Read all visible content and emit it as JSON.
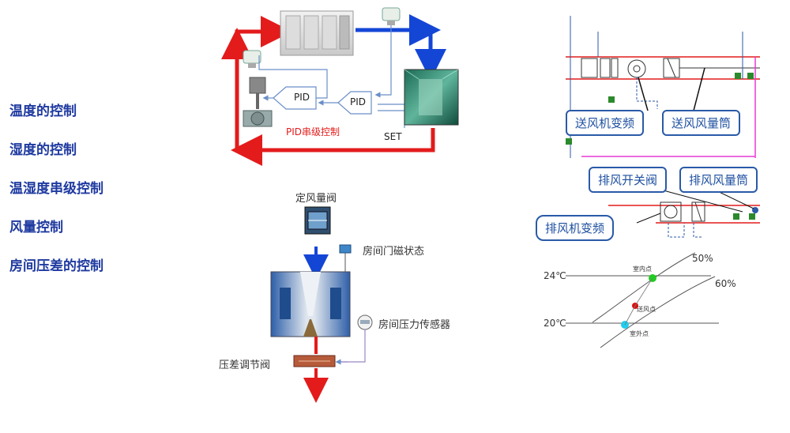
{
  "sidebar": {
    "items": [
      {
        "label": "温度的控制"
      },
      {
        "label": "湿度的控制"
      },
      {
        "label": "温湿度串级控制"
      },
      {
        "label": "风量控制"
      },
      {
        "label": "房间压差的控制"
      }
    ]
  },
  "pid_diagram": {
    "pid_left": "PID",
    "pid_right": "PID",
    "caption": "PID串级控制",
    "set_label": "SET"
  },
  "airflow_diagram": {
    "constant_valve_label": "定风量阀",
    "door_status_label": "房间门磁状态",
    "pressure_sensor_label": "房间压力传感器",
    "pressure_damper_label": "压差调节阀"
  },
  "schematic": {
    "supply_fan_vfd": "送风机变频",
    "supply_airflow_tube": "送风风量筒",
    "exhaust_switch_valve": "排风开关阀",
    "exhaust_airflow_tube": "排风风量筒",
    "exhaust_fan_vfd": "排风机变频"
  },
  "psychro_chart": {
    "temp_upper": "24℃",
    "temp_lower": "20℃",
    "rh_upper": "50%",
    "rh_lower": "60%",
    "indoor_point": "室内点",
    "supply_point": "送风点",
    "outdoor_point": "室外点"
  },
  "colors": {
    "heading_blue": "#1f3aa0",
    "arrow_red": "#e31b1b",
    "arrow_blue": "#1446d6",
    "callout_border": "#2a5aa8",
    "pink_line": "#e83ad6",
    "green_point": "#22cc22",
    "red_point": "#dd1111",
    "cyan_point": "#22ccee"
  }
}
